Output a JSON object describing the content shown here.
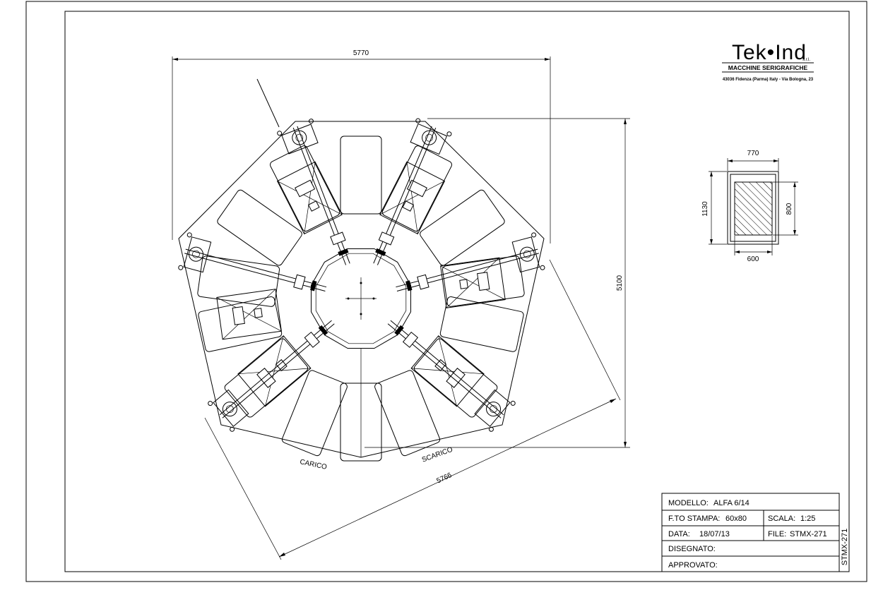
{
  "logo": {
    "brand": "Tek•Ind",
    "suffix": "s.r.l.",
    "tagline": "MACCHINE SERIGRAFICHE",
    "address": "43036 Fidenza (Parma) Italy - Via Bologna, 23"
  },
  "dimensions": {
    "overall_width": "5770",
    "overall_height": "5100",
    "diagonal": "5766",
    "pallet_outer_width": "770",
    "pallet_outer_height": "1130",
    "pallet_inner_width": "600",
    "pallet_inner_height": "800"
  },
  "labels": {
    "loading": "CARICO",
    "unloading": "SCARICO"
  },
  "title_block": {
    "model_label": "MODELLO:",
    "model_value": "ALFA 6/14",
    "print_format_label": "F.TO STAMPA:",
    "print_format_value": "60x80",
    "scale_label": "SCALA:",
    "scale_value": "1:25",
    "date_label": "DATA:",
    "date_value": "18/07/13",
    "file_label": "FILE:",
    "file_value": "STMX-271",
    "drawn_label": "DISEGNATO:",
    "approved_label": "APPROVATO:",
    "side_code": "STMX-271"
  },
  "machine": {
    "print_heads": 6,
    "pallets": 14
  }
}
